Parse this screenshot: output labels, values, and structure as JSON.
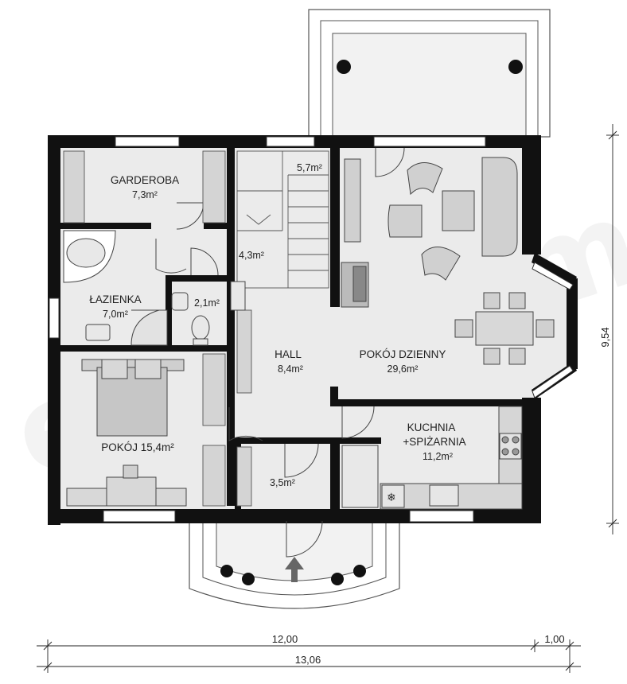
{
  "rooms": [
    {
      "name": "GARDEROBA",
      "area": "7,3m²"
    },
    {
      "name": "ŁAZIENKA",
      "area": "7,0m²"
    },
    {
      "name": "",
      "area": "2,1m²"
    },
    {
      "name": "",
      "area": "5,7m²"
    },
    {
      "name": "",
      "area": "4,3m²"
    },
    {
      "name": "HALL",
      "area": "8,4m²"
    },
    {
      "name": "POKÓJ DZIENNY",
      "area": "29,6m²"
    },
    {
      "name": "KUCHNIA",
      "name2": "+SPIŻARNIA",
      "area": "11,2m²"
    },
    {
      "name": "POKÓJ 15,4m²",
      "area": ""
    },
    {
      "name": "",
      "area": "3,5m²"
    }
  ],
  "dimensions": {
    "width_main": "12,00",
    "width_terrace": "1,00",
    "width_total": "13,06",
    "depth": "9,54"
  },
  "watermark": "extradom",
  "icons": [
    "stairs-icon",
    "fireplace-icon",
    "bathtub-icon",
    "shower-icon",
    "toilet-icon",
    "sink-icon",
    "bed-icon",
    "sofa-icon",
    "armchair-icon",
    "dining-table-icon",
    "stove-icon",
    "fridge-icon",
    "entrance-arrow-icon"
  ]
}
